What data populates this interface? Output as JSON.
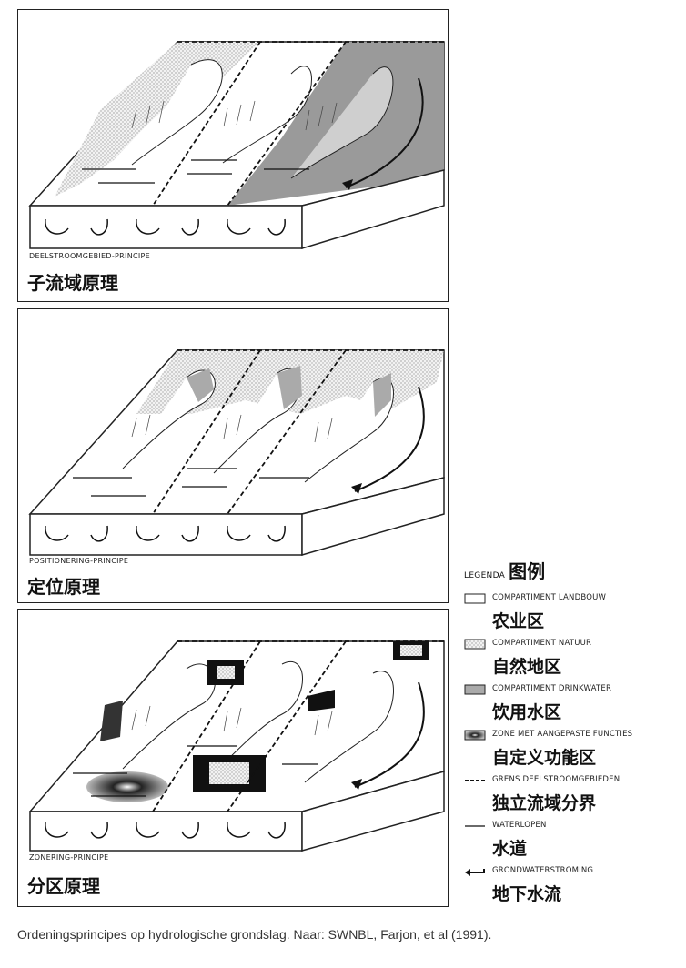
{
  "panels": [
    {
      "caption_en": "DEELSTROOMGEBIED-PRINCIPE",
      "caption_zh": "子流域原理"
    },
    {
      "caption_en": "POSITIONERING-PRINCIPE",
      "caption_zh": "定位原理"
    },
    {
      "caption_en": "ZONERING-PRINCIPE",
      "caption_zh": "分区原理"
    }
  ],
  "legend": {
    "title_en": "LEGENDA",
    "title_zh": "图例",
    "items": [
      {
        "en": "COMPARTIMENT LANDBOUW",
        "zh": "农业区",
        "symbol": "blank-box-icon"
      },
      {
        "en": "COMPARTIMENT NATUUR",
        "zh": "自然地区",
        "symbol": "dotted-box-icon"
      },
      {
        "en": "COMPARTIMENT DRINKWATER",
        "zh": "饮用水区",
        "symbol": "grey-box-icon"
      },
      {
        "en": "ZONE MET AANGEPASTE FUNCTIES",
        "zh": "自定义功能区",
        "symbol": "gradient-box-icon"
      },
      {
        "en": "GRENS DEELSTROOMGEBIEDEN",
        "zh": "独立流域分界",
        "symbol": "dashed-line-icon"
      },
      {
        "en": "WATERLOPEN",
        "zh": "水道",
        "symbol": "solid-line-icon"
      },
      {
        "en": "GRONDWATERSTROMING",
        "zh": "地下水流",
        "symbol": "arrow-left-icon"
      }
    ]
  },
  "footer": "Ordeningsprincipes op hydrologische grondslag. Naar: SWNBL, Farjon, et al (1991)."
}
